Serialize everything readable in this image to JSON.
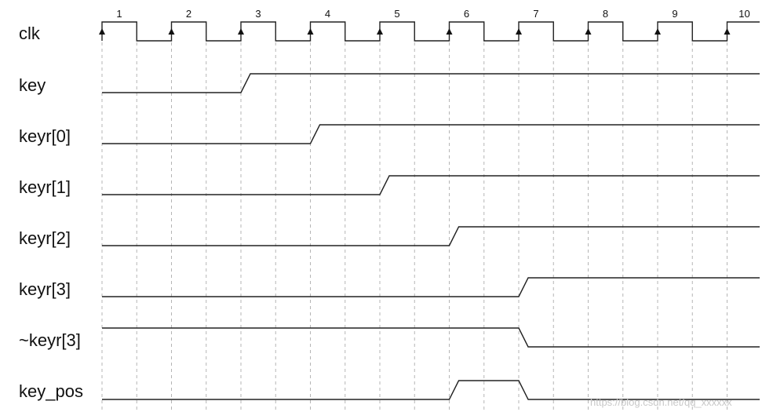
{
  "diagram": {
    "clock": {
      "name": "clk",
      "cycles": [
        1,
        2,
        3,
        4,
        5,
        6,
        7,
        8,
        9,
        10
      ],
      "cycle_labels": [
        "1",
        "2",
        "3",
        "4",
        "5",
        "6",
        "7",
        "8",
        "9",
        "10"
      ]
    },
    "signals": [
      {
        "name": "key",
        "initial": 0,
        "transitions": [
          {
            "at": 3,
            "to": 1
          }
        ]
      },
      {
        "name": "keyr[0]",
        "initial": 0,
        "transitions": [
          {
            "at": 4,
            "to": 1
          }
        ]
      },
      {
        "name": "keyr[1]",
        "initial": 0,
        "transitions": [
          {
            "at": 5,
            "to": 1
          }
        ]
      },
      {
        "name": "keyr[2]",
        "initial": 0,
        "transitions": [
          {
            "at": 6,
            "to": 1
          }
        ]
      },
      {
        "name": "keyr[3]",
        "initial": 0,
        "transitions": [
          {
            "at": 7,
            "to": 1
          }
        ]
      },
      {
        "name": "~keyr[3]",
        "initial": 1,
        "transitions": [
          {
            "at": 7,
            "to": 0
          }
        ]
      },
      {
        "name": "key_pos",
        "initial": 0,
        "transitions": [
          {
            "at": 6,
            "to": 1
          },
          {
            "at": 7,
            "to": 0
          }
        ]
      }
    ],
    "watermark": "https://blog.csdn.net/qq_xxxxxx",
    "colors": {
      "wave": "#222222",
      "guide": "#b5b5b5",
      "text": "#111111",
      "watermark": "#c8c8c8"
    }
  }
}
